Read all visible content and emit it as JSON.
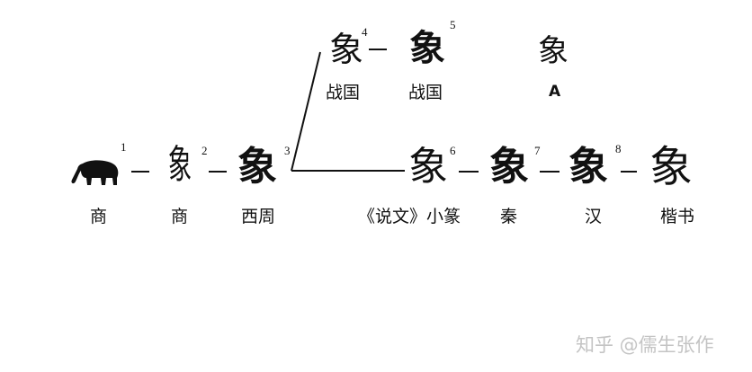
{
  "diagram": {
    "glyphs": [
      {
        "number": "1",
        "char": "象",
        "label": "商"
      },
      {
        "number": "2",
        "char": "象",
        "label": "商"
      },
      {
        "number": "3",
        "char": "象",
        "label": "西周"
      },
      {
        "number": "4",
        "char": "象",
        "label": "战国"
      },
      {
        "number": "5",
        "char": "象",
        "label": "战国"
      },
      {
        "number": "",
        "char": "象",
        "label": "A"
      },
      {
        "number": "6",
        "char": "象",
        "label": "《说文》小篆"
      },
      {
        "number": "7",
        "char": "象",
        "label": "秦"
      },
      {
        "number": "8",
        "char": "象",
        "label": "汉"
      },
      {
        "number": "",
        "char": "象",
        "label": "楷书"
      }
    ]
  },
  "watermark": "知乎 @儒生张作"
}
